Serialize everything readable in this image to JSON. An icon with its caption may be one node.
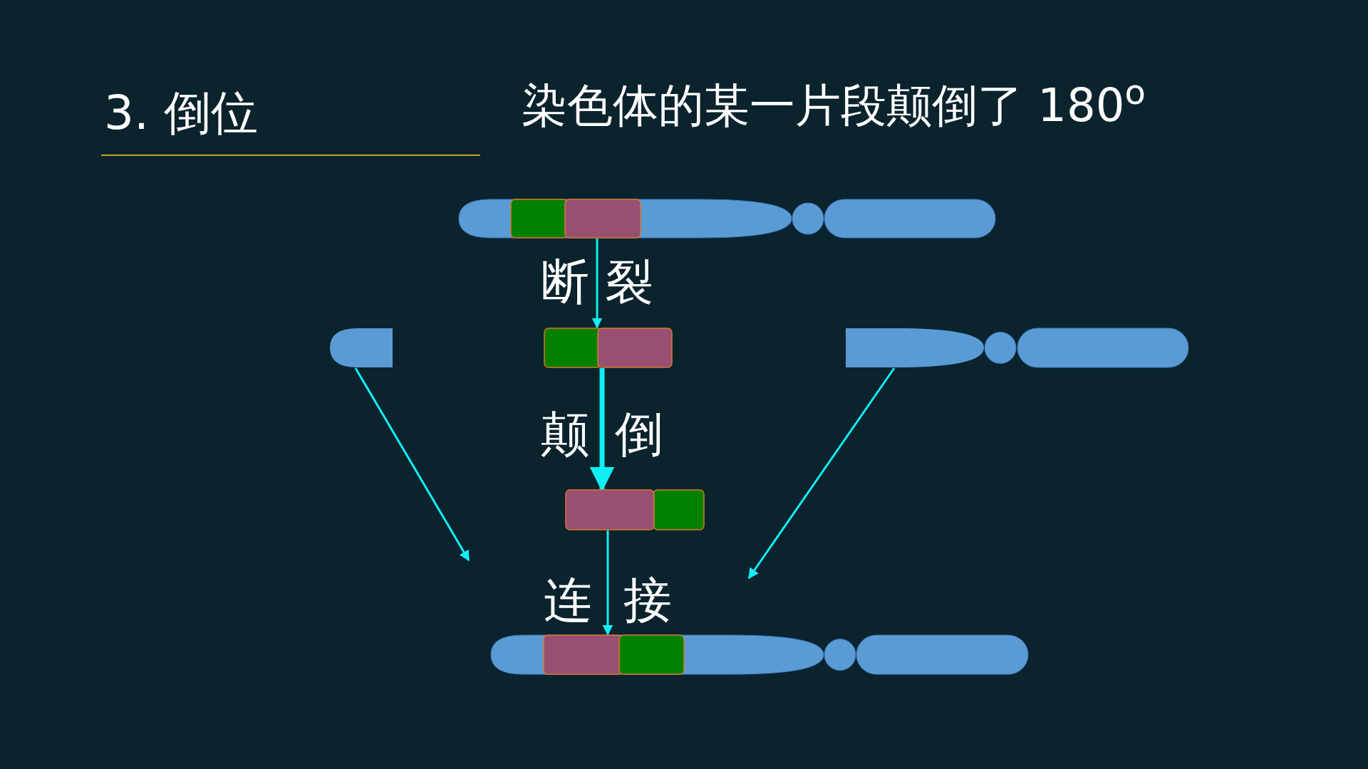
{
  "diagram": {
    "title": "3. 倒位",
    "nodes": [
      {
        "text": [],
        "shape": "bar"
      },
      {
        "text": [],
        "shape": "bar"
      },
      {
        "text": [],
        "shape": "bar"
      },
      {
        "text": [],
        "shape": "bar"
      },
      {
        "text": [],
        "shape": "bar"
      },
      {
        "text": [],
        "shape": "bar"
      }
    ],
    "edges": [
      {
        "from": 0,
        "to": 2,
        "arrow": "to",
        "label": "断裂"
      },
      {
        "from": 2,
        "to": 4,
        "arrow": "to",
        "label": "颠倒",
        "style": "thick"
      },
      {
        "from": 4,
        "to": 5,
        "arrow": "to",
        "label": "连接"
      },
      {
        "from": 1,
        "to": null,
        "arrow": "to"
      },
      {
        "from": 3,
        "to": null,
        "arrow": "to"
      }
    ],
    "labels": [
      "染色体的某一片段颠倒了 180$^{o}$"
    ]
  }
}
